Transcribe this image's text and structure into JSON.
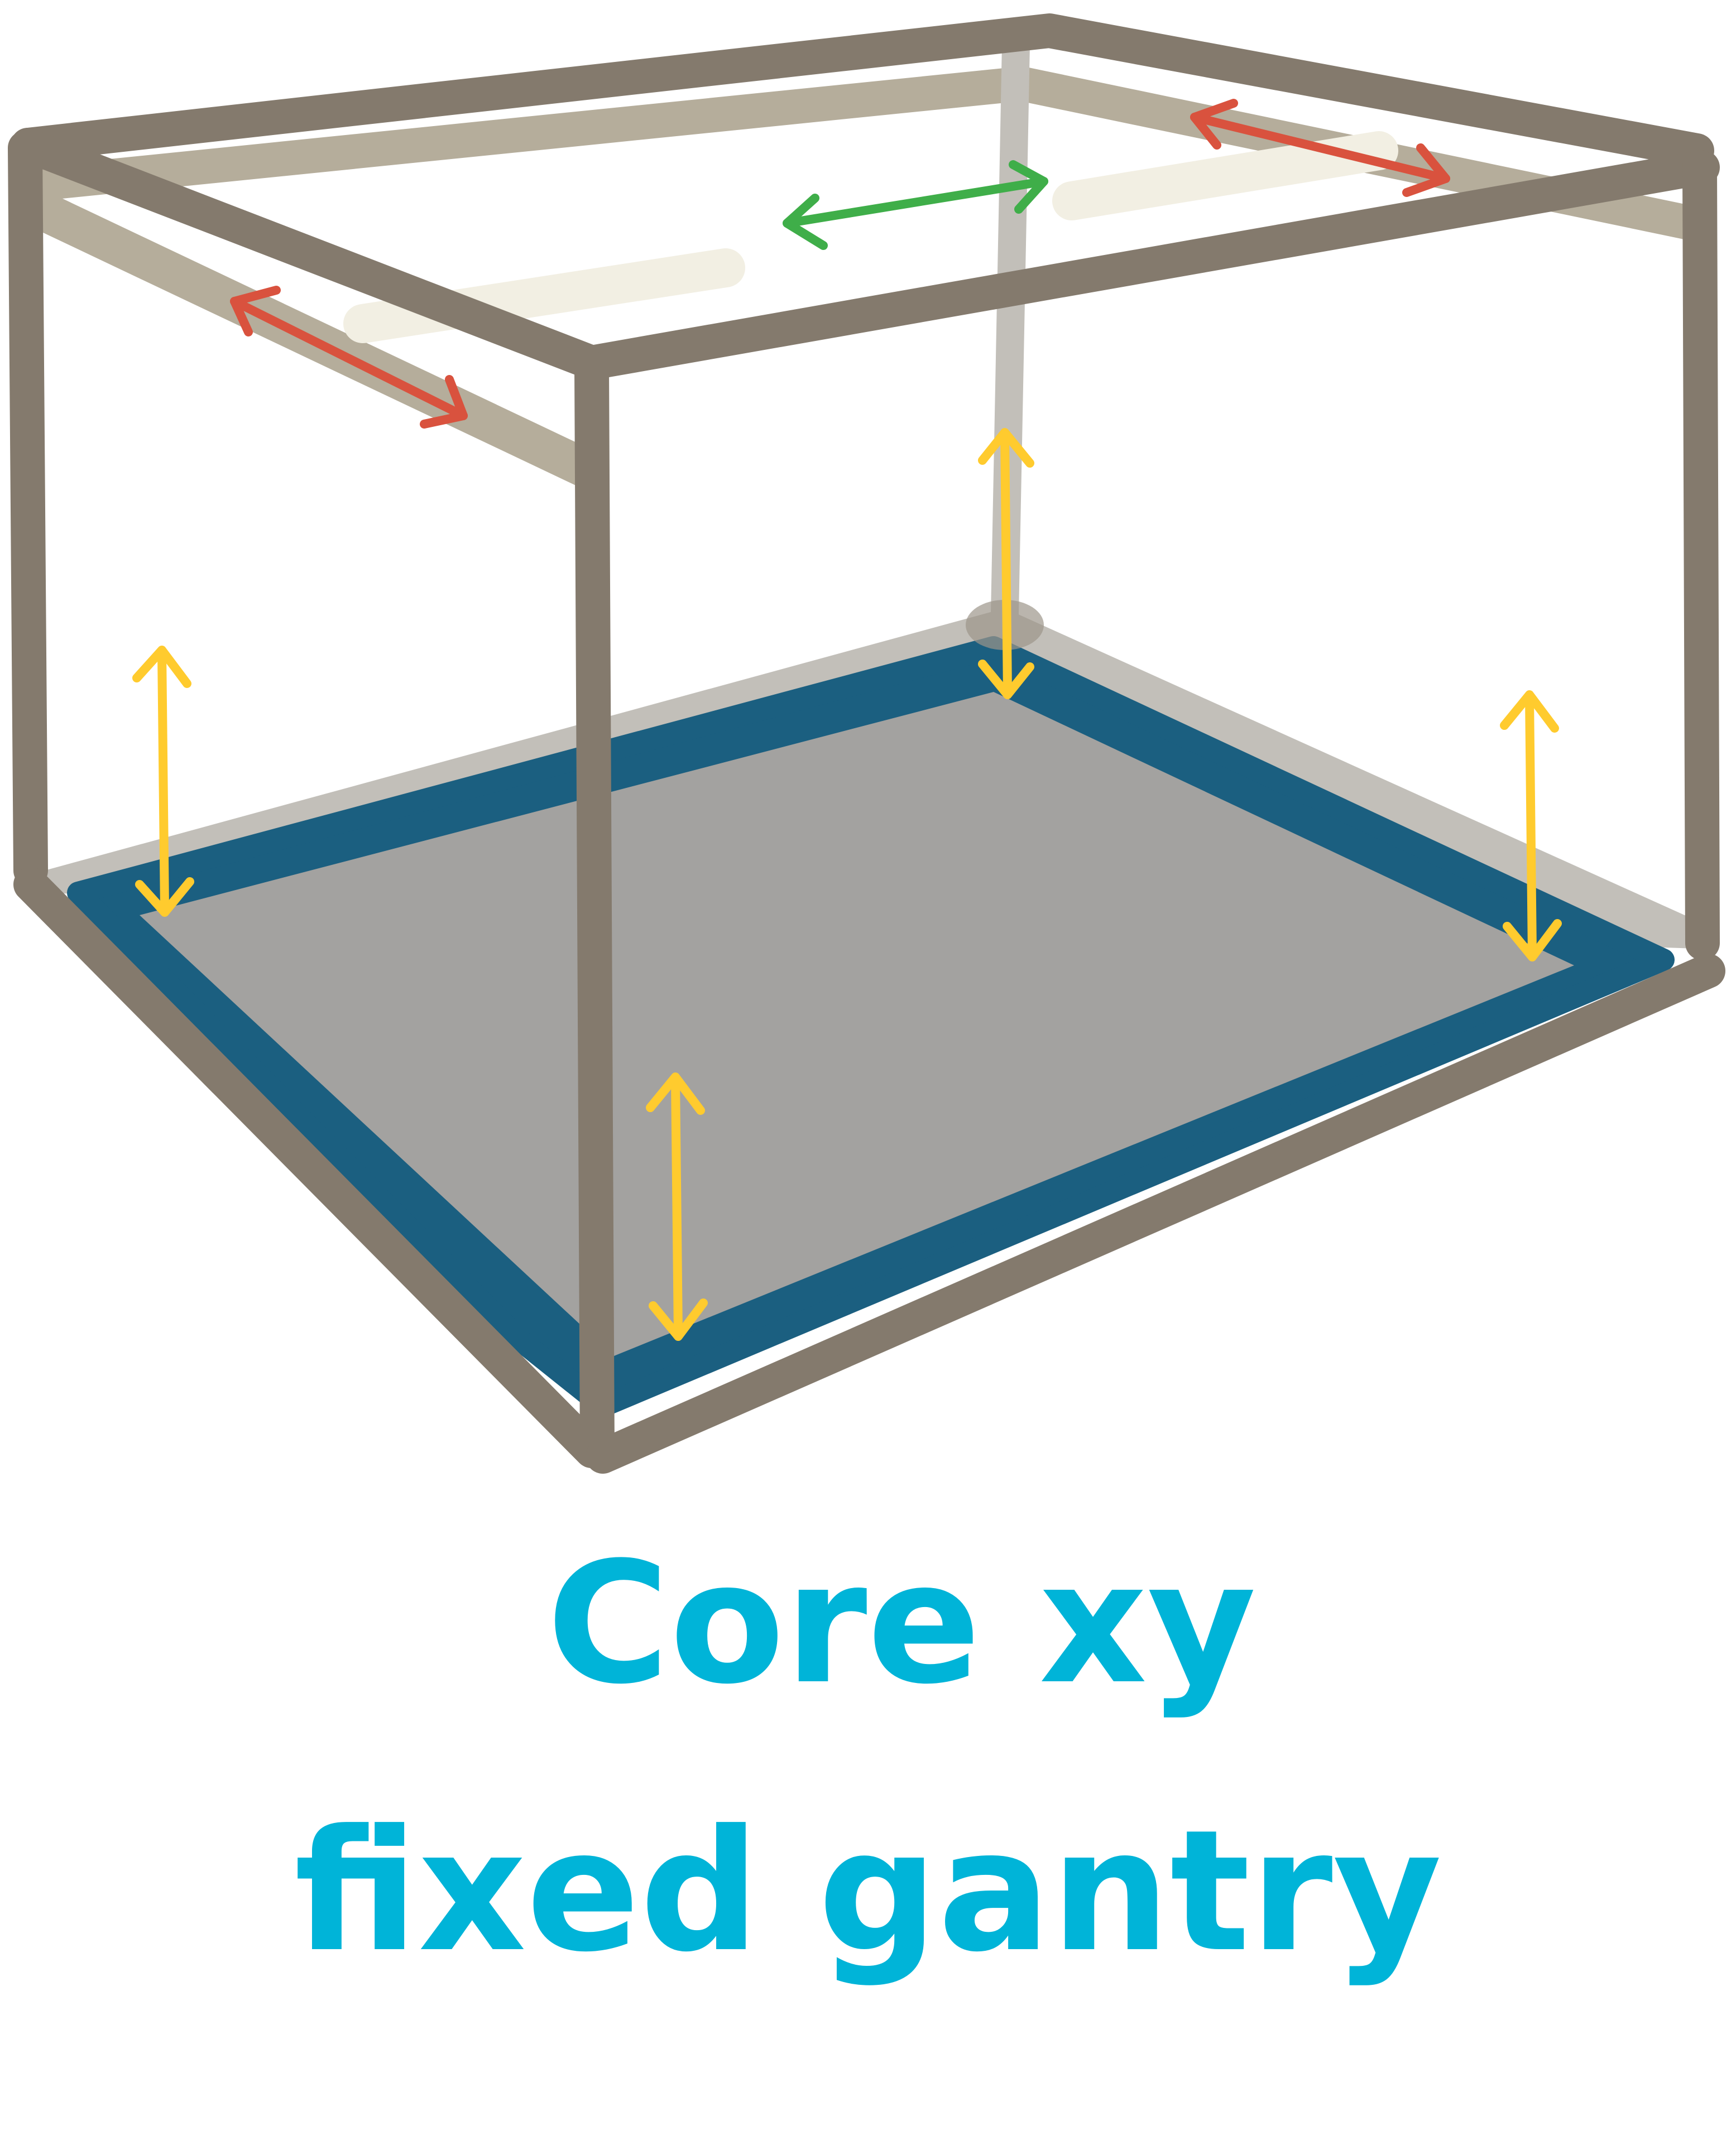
{
  "caption": {
    "line1": "Core xy",
    "line2": "fixed gantry"
  },
  "colors": {
    "frame": "#847a6d",
    "frame_back": "#b5ad9b",
    "gantry_rail": "#f2efe3",
    "bed_edge": "#1b5f80",
    "bed_surface": "#a3a2a0",
    "bed_shadow": "#c2bfb9",
    "arrow_xy_red": "#d9523e",
    "arrow_x_green": "#3fae49",
    "arrow_z_yellow": "#ffcb2e",
    "caption_text": "#00b4d8"
  },
  "arrows": {
    "y_axis_left": "red-double-arrow",
    "y_axis_right": "red-double-arrow",
    "x_axis_top": "green-double-arrow",
    "z_axis": "yellow-double-arrow"
  }
}
